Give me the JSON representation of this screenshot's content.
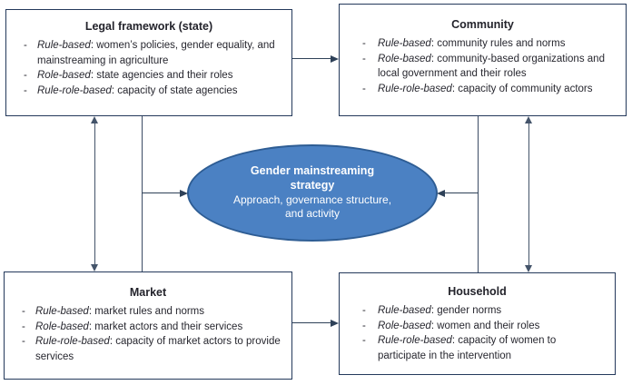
{
  "bullet": "-",
  "colors": {
    "box_border": "#24395b",
    "connector_line": "#2e4158",
    "double_arrow": "#44546a",
    "ellipse_fill": "#4b81c3",
    "ellipse_border": "#2e5d94",
    "body_text": "#27272f",
    "ellipse_text": "#ffffff"
  },
  "boxes": [
    {
      "title": "Legal framework (state)",
      "items": [
        {
          "lead": "Rule-based",
          "text": ": women’s policies, gender equality, and mainstreaming in agriculture"
        },
        {
          "lead": "Role-based",
          "text": ": state agencies and their roles"
        },
        {
          "lead": "Rule-role-based",
          "text": ": capacity of state agencies"
        }
      ]
    },
    {
      "title": "Community",
      "items": [
        {
          "lead": "Rule-based",
          "text": ": community rules and norms"
        },
        {
          "lead": "Role-based",
          "text": ": community-based organizations and local government and their roles"
        },
        {
          "lead": "Rule-role-based",
          "text": ": capacity of community actors"
        }
      ]
    },
    {
      "title": "Market",
      "items": [
        {
          "lead": "Rule-based",
          "text": ": market rules and norms"
        },
        {
          "lead": "Role-based",
          "text": ": market actors and their services"
        },
        {
          "lead": "Rule-role-based",
          "text": ": capacity of market actors to provide services"
        }
      ]
    },
    {
      "title": "Household",
      "items": [
        {
          "lead": "Rule-based",
          "text": ": gender norms"
        },
        {
          "lead": "Role-based",
          "text": ": women and their roles"
        },
        {
          "lead": "Rule-role-based",
          "text": ": capacity of women to participate in the intervention"
        }
      ]
    }
  ],
  "ellipse": {
    "title": "Gender mainstreaming strategy",
    "subtitle": "Approach, governance structure, and activity"
  }
}
